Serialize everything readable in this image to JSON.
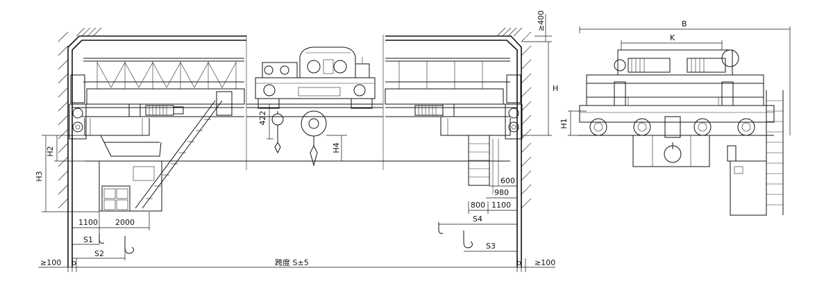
{
  "dimensions": {
    "wall_clearance_left": "≥100",
    "wall_clearance_right": "≥100",
    "top_clearance": "≥400",
    "span": "跨度 S±5",
    "b_left": "b",
    "b_right": "b",
    "s1": "S1",
    "s2": "S2",
    "s3": "S3",
    "s4": "S4",
    "d1100_left": "1100",
    "d2000": "2000",
    "d800": "800",
    "d1100_right": "1100",
    "d980": "980",
    "d600": "600",
    "d422": "422",
    "h": "H",
    "h1": "H1",
    "h2": "H2",
    "h3": "H3",
    "h4": "H4",
    "b_width": "B",
    "k_gauge": "K"
  }
}
